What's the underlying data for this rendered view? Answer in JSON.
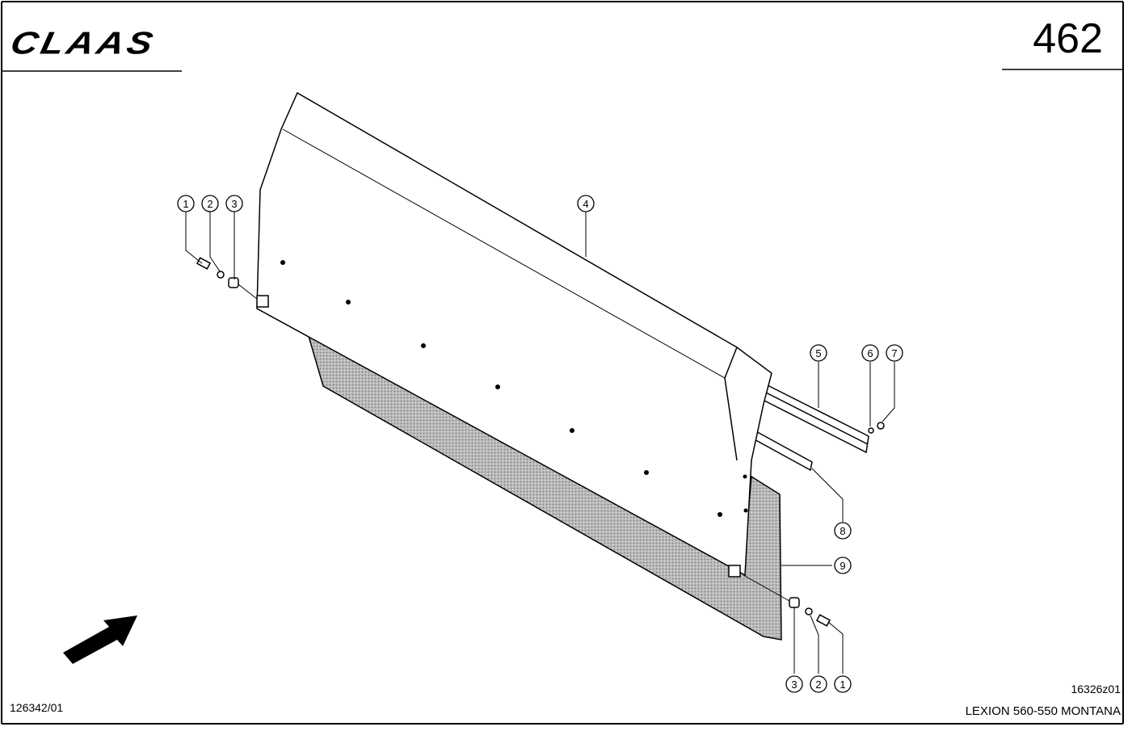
{
  "header": {
    "brand": "CLAAS",
    "page_number": "462"
  },
  "footer": {
    "document_number": "126342/01",
    "drawing_number": "16326z01",
    "model": "LEXION 560-550 MONTANA"
  },
  "callouts": {
    "c1_left": "1",
    "c2_left": "2",
    "c3_left": "3",
    "c4": "4",
    "c5": "5",
    "c6": "6",
    "c7": "7",
    "c8": "8",
    "c9": "9",
    "c3_right": "3",
    "c2_right": "2",
    "c1_right": "1"
  }
}
